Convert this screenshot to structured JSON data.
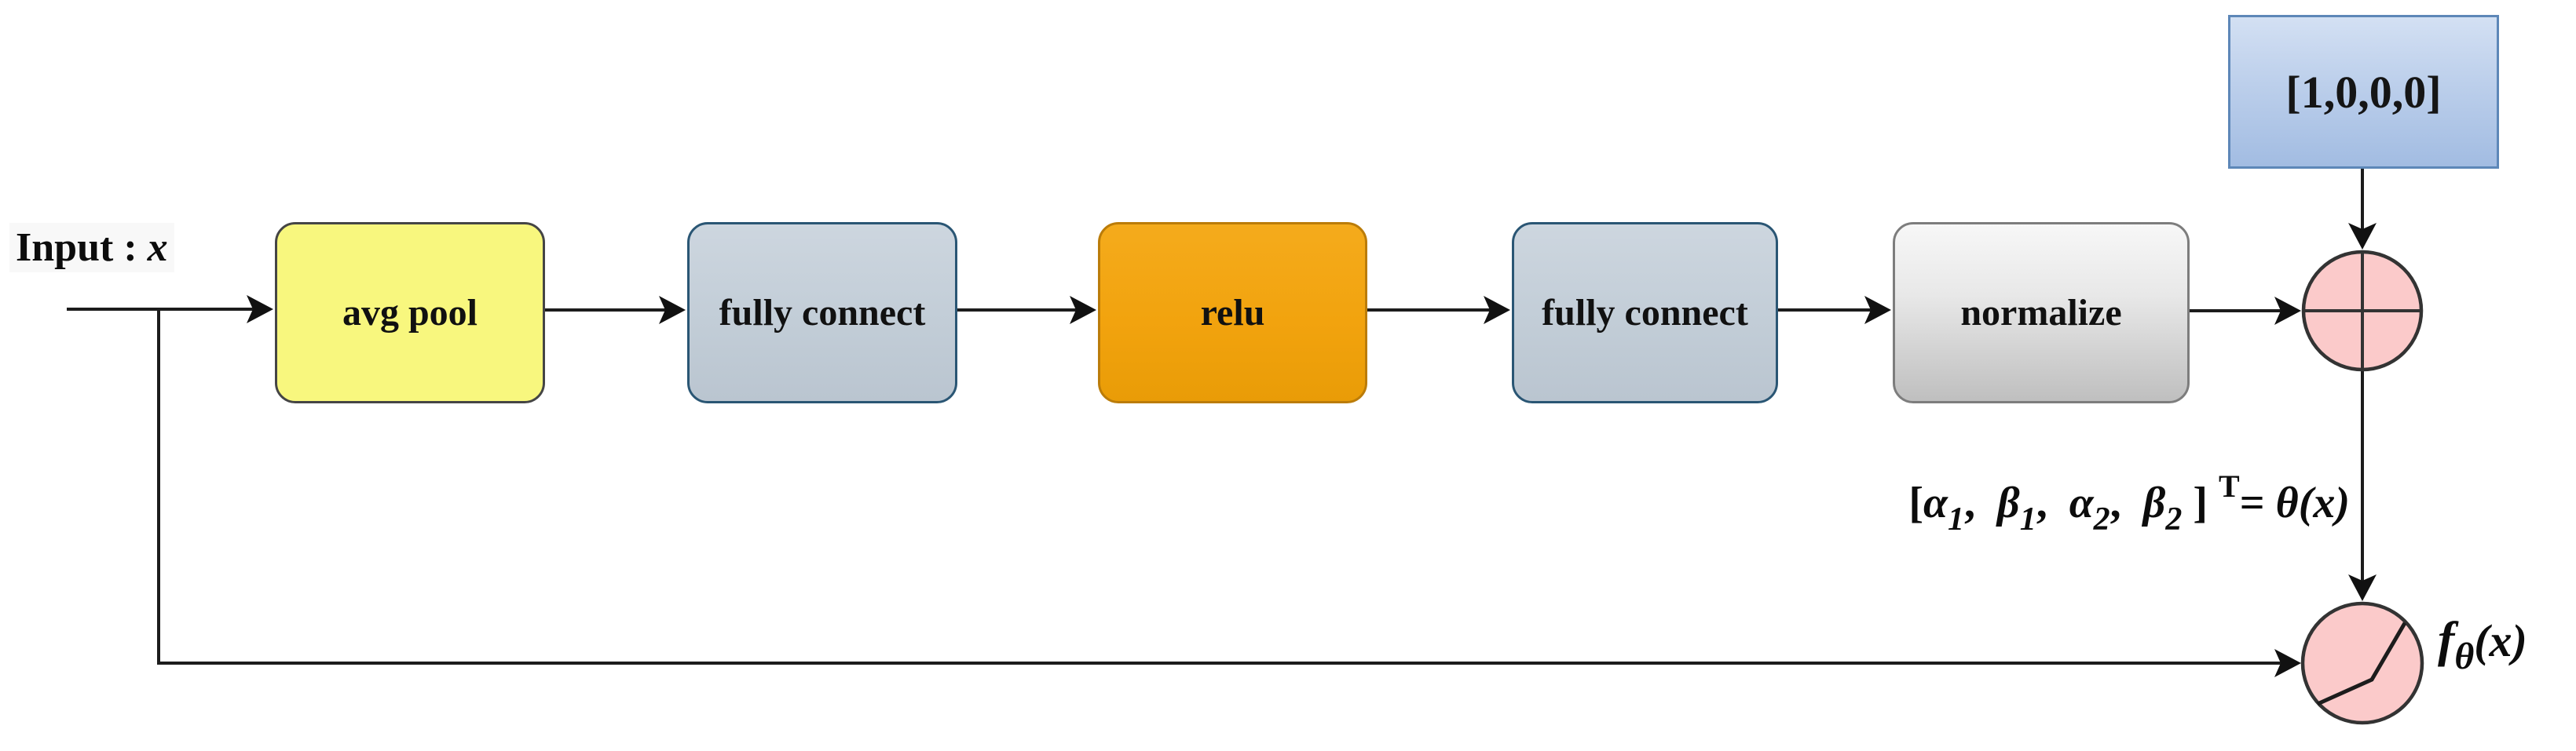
{
  "diagram": {
    "input": {
      "parts": [
        {
          "t": "Input :"
        },
        {
          "t": " x"
        }
      ]
    },
    "flow_boxes": [
      {
        "label": "avg pool"
      },
      {
        "label": "fully connect"
      },
      {
        "label": "relu"
      },
      {
        "label": "fully connect"
      },
      {
        "label": "normalize"
      }
    ],
    "vector_box": {
      "label": "[1,0,0,0]"
    },
    "theta_formula": {
      "parts": [
        {
          "t": "[",
          "c": "up"
        },
        {
          "t": "α",
          "c": "it"
        },
        {
          "t": "1",
          "c": "sub"
        },
        {
          "t": ",  ",
          "c": "up"
        },
        {
          "t": "β",
          "c": "it"
        },
        {
          "t": "1",
          "c": "sub"
        },
        {
          "t": ",  ",
          "c": "up"
        },
        {
          "t": "α",
          "c": "it"
        },
        {
          "t": "2",
          "c": "sub"
        },
        {
          "t": ",  ",
          "c": "up"
        },
        {
          "t": "β",
          "c": "it"
        },
        {
          "t": "2",
          "c": "sub"
        },
        {
          "t": " ] ",
          "c": "up"
        },
        {
          "t": "T",
          "c": "sup"
        },
        {
          "t": "= ",
          "c": "up"
        },
        {
          "t": "θ(x)",
          "c": "it"
        }
      ]
    },
    "output": {
      "parts": [
        {
          "t": "f"
        },
        {
          "t": "θ"
        },
        {
          "t": "(x)"
        }
      ]
    },
    "nodes": [
      {
        "name": "sum-node",
        "symbol": "circle-plus"
      },
      {
        "name": "activation-node",
        "symbol": "circle-activation-curve"
      }
    ],
    "colors": {
      "box_yellow": "#f8f77e",
      "box_bluegray": "#c2cdd7",
      "box_bluegray_border": "#2a5674",
      "box_orange": "#f2a30e",
      "box_orange_border": "#bb7c09",
      "box_gray_top": "#f7f7f7",
      "box_gray_bottom": "#bfbfbf",
      "vector_blue_top": "#d3e0f3",
      "vector_blue_bottom": "#a2bce2",
      "vector_blue_border": "#5d87b8",
      "node_pink": "#fbcaca",
      "node_border": "#333333",
      "wire_black": "#1c1c1c"
    }
  }
}
